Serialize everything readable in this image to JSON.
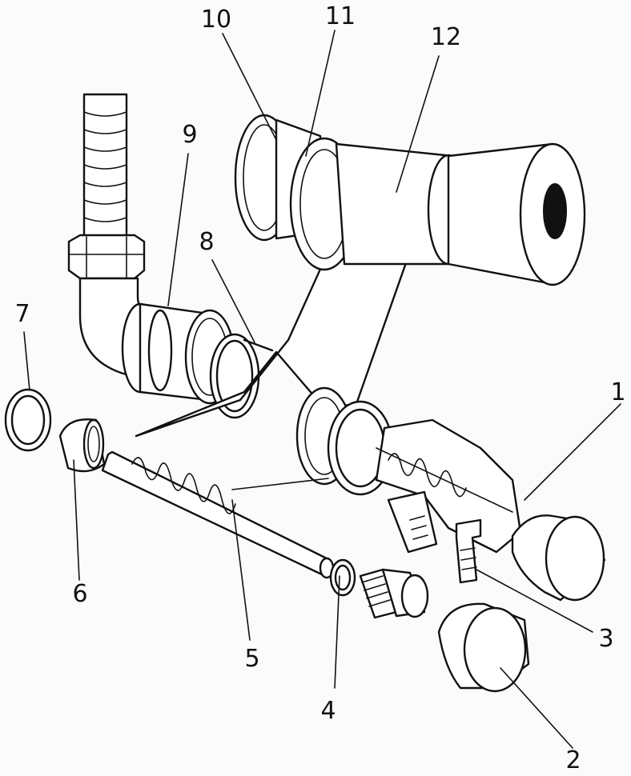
{
  "labels": {
    "p1": "1",
    "p2": "2",
    "p3": "3",
    "p4": "4",
    "p5": "5",
    "p6": "6",
    "p7": "7",
    "p8": "8",
    "p9": "9",
    "p10": "10",
    "p11": "11",
    "p12": "12"
  }
}
